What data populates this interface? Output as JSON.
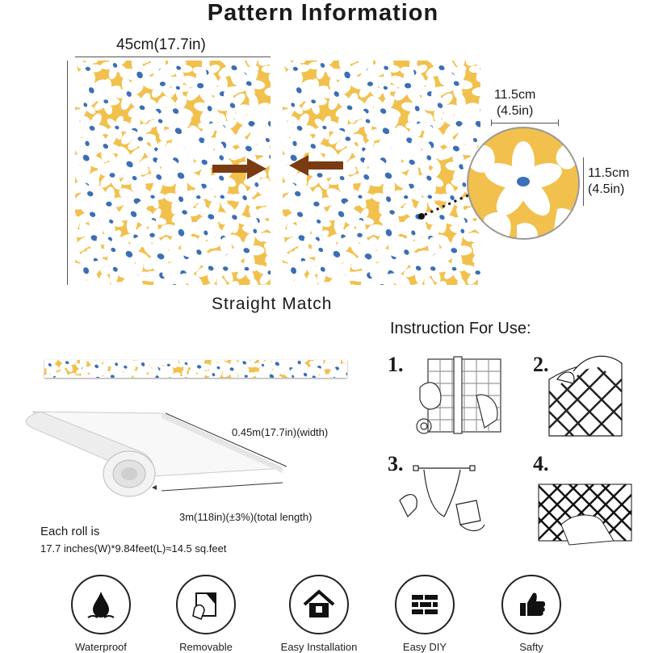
{
  "header": {
    "title": "Pattern Information"
  },
  "pattern": {
    "width_label": "45cm(17.7in)",
    "match_label": "Straight Match",
    "repeat_width_label": "11.5cm",
    "repeat_width_inch": "(4.5in)",
    "repeat_height_label": "11.5cm",
    "repeat_height_inch": "(4.5in)",
    "colors": {
      "background": "#f2c04d",
      "petal": "#ffffff",
      "center": "#3b6fb6",
      "arrow": "#7a3b12"
    }
  },
  "roll": {
    "width_label": "0.45m(17.7in)(width)",
    "length_label": "3m(118in)(±3%)(total length)",
    "each_roll_label": "Each roll is",
    "coverage_label": "17.7 inches(W)*9.84feet(L)≈14.5 sq.feet"
  },
  "instructions": {
    "heading": "Instruction For Use:",
    "steps": [
      "1.",
      "2.",
      "3.",
      "4."
    ]
  },
  "features": [
    {
      "label": "Waterproof",
      "icon": "water-drop-icon"
    },
    {
      "label": "Removable",
      "icon": "peel-hand-icon"
    },
    {
      "label": "Easy Installation",
      "icon": "house-icon"
    },
    {
      "label": "Easy DIY",
      "icon": "brick-wall-icon"
    },
    {
      "label": "Safty",
      "icon": "thumbs-up-icon"
    }
  ]
}
